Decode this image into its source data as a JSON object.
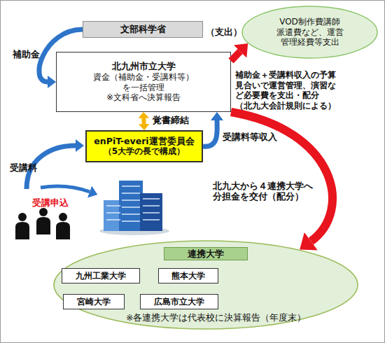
{
  "diagram": {
    "nodes": [
      {
        "text": [
          "文部科学省"
        ]
      },
      {
        "text": [
          "VOD制作費講師 派遣費など、運営 管理経費等支出"
        ]
      },
      {
        "text": [
          "北九州市立大学",
          "資金（補助金・受講料等） を一括管理",
          "※文科省へ決算報告"
        ]
      },
      {
        "text": [
          "enPiT-everi運営委員会",
          "（5大学の長で構成）"
        ]
      },
      {
        "text": [
          "連携大学",
          "※各連携大学は代表校に決算報告（年度末）"
        ]
      },
      {
        "text": [
          "九州工業大学"
        ],
        "in": 4
      },
      {
        "text": [
          "熊本大学"
        ],
        "in": 4
      },
      {
        "text": [
          "宮崎大学"
        ],
        "in": 4
      },
      {
        "text": [
          "広島市立大学"
        ],
        "in": 4
      }
    ],
    "edges": [
      {
        "from": 0,
        "to": 2,
        "arrow": "to",
        "label": "補助金"
      },
      {
        "from": 2,
        "to": 1,
        "arrow": "to",
        "label": "（支出）"
      },
      {
        "from": 2,
        "to": 3,
        "arrow": "both",
        "label": "覚書締結"
      },
      {
        "from": 3,
        "to": 2,
        "arrow": "to",
        "label": "受講料等収入"
      },
      {
        "from": 2,
        "to": 4,
        "arrow": "to",
        "label": "北九大から４連携大学へ 分担金を交付（配分）"
      }
    ],
    "labels": [
      "補助金＋受講料収入の予算 見合いで運営管理、演習な ど必要費を支出・配分 （北九大会計規則による）",
      "受講料",
      "受講申込"
    ]
  }
}
